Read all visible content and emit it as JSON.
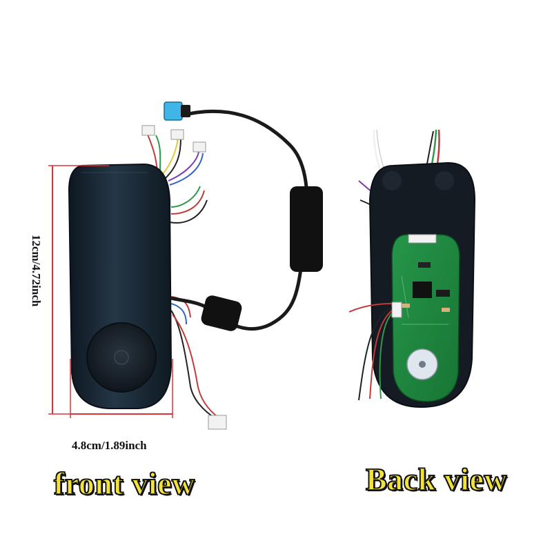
{
  "image": {
    "subject": "scooter dashboard display panel with cable harness",
    "colors": {
      "background": "#ffffff",
      "housing": "#1b2a36",
      "pcb": "#1f8a3c",
      "caption_fill": "#f3e23a",
      "caption_stroke": "#111111",
      "dimension_line": "#d9333a"
    }
  },
  "labels": {
    "width_dimension": "4.8cm/1.89inch",
    "height_dimension": "12cm/4.72inch",
    "front_caption": "front view",
    "back_caption": "Back view"
  }
}
